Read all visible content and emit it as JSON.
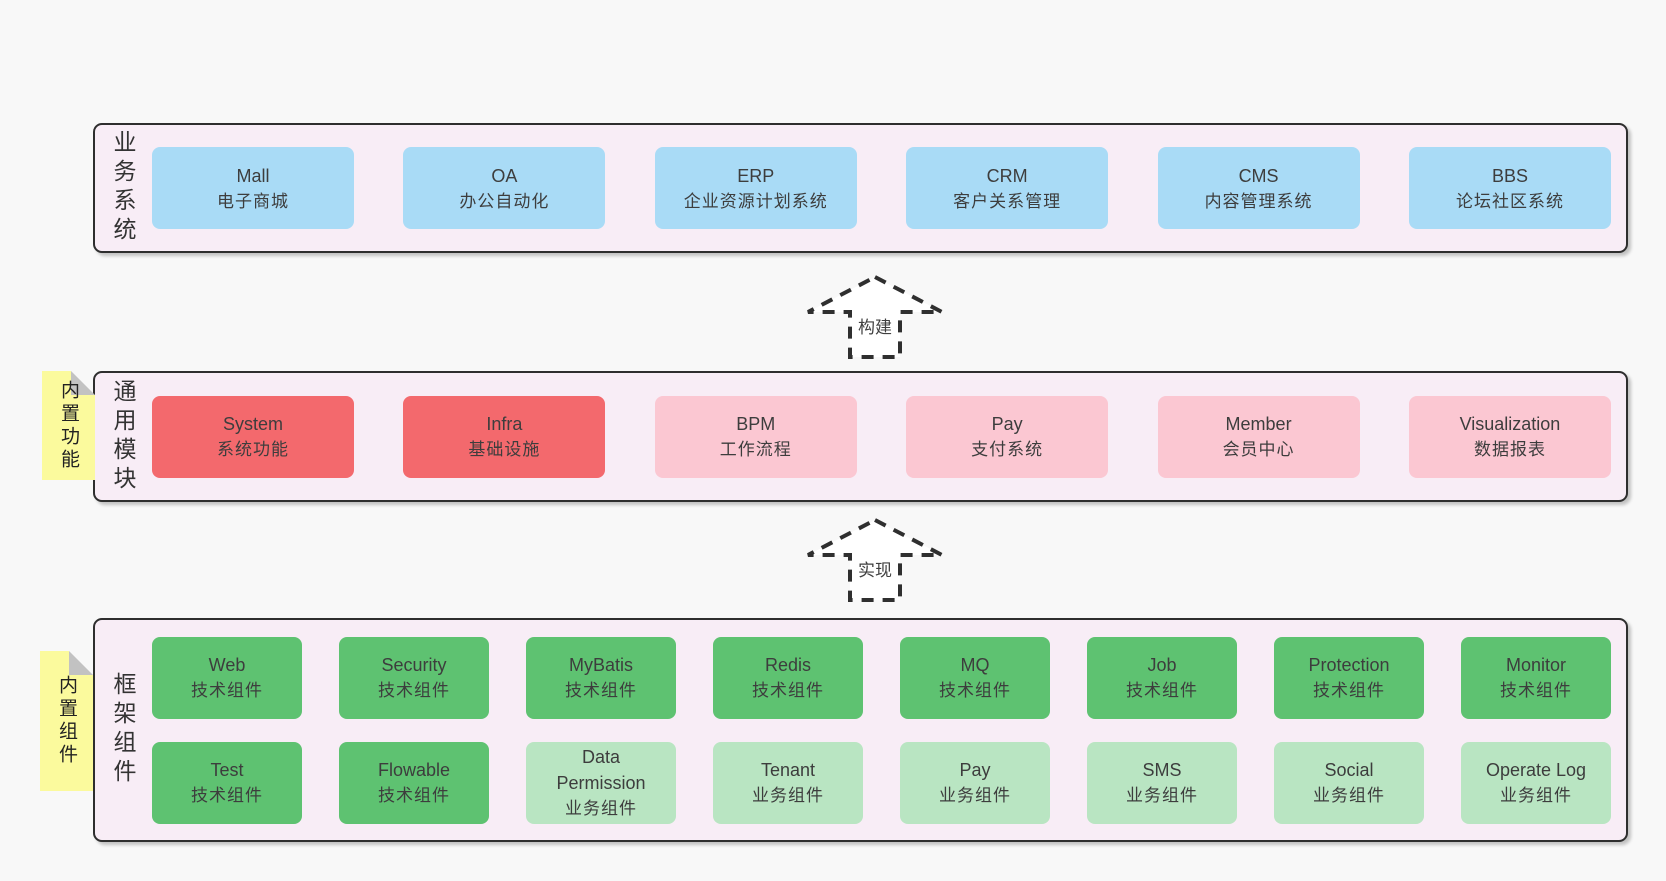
{
  "colors": {
    "page_bg": "#f8f8f8",
    "band_bg": "#f8edf6",
    "band_border": "#2e2e2e",
    "blue": "#a9dbf6",
    "red": "#f3696d",
    "pink": "#fbc7d2",
    "green": "#5ec271",
    "green_light": "#b9e5c2",
    "note_bg": "#fbfa9d",
    "note_fold": "#c2c2c2",
    "text": "#3d3d3d"
  },
  "arrows": [
    {
      "id": "build",
      "label": "构建"
    },
    {
      "id": "implement",
      "label": "实现"
    }
  ],
  "bands": [
    {
      "id": "business-systems",
      "label": "业务系统",
      "note": null,
      "rows": [
        [
          {
            "title": "Mall",
            "subtitle": "电子商城",
            "color": "blue"
          },
          {
            "title": "OA",
            "subtitle": "办公自动化",
            "color": "blue"
          },
          {
            "title": "ERP",
            "subtitle": "企业资源计划系统",
            "color": "blue"
          },
          {
            "title": "CRM",
            "subtitle": "客户关系管理",
            "color": "blue"
          },
          {
            "title": "CMS",
            "subtitle": "内容管理系统",
            "color": "blue"
          },
          {
            "title": "BBS",
            "subtitle": "论坛社区系统",
            "color": "blue"
          }
        ]
      ]
    },
    {
      "id": "common-modules",
      "label": "通用模块",
      "note": "内置功能",
      "rows": [
        [
          {
            "title": "System",
            "subtitle": "系统功能",
            "color": "red"
          },
          {
            "title": "Infra",
            "subtitle": "基础设施",
            "color": "red"
          },
          {
            "title": "BPM",
            "subtitle": "工作流程",
            "color": "pink"
          },
          {
            "title": "Pay",
            "subtitle": "支付系统",
            "color": "pink"
          },
          {
            "title": "Member",
            "subtitle": "会员中心",
            "color": "pink"
          },
          {
            "title": "Visualization",
            "subtitle": "数据报表",
            "color": "pink"
          }
        ]
      ]
    },
    {
      "id": "framework-components",
      "label": "框架组件",
      "note": "内置组件",
      "rows": [
        [
          {
            "title": "Web",
            "subtitle": "技术组件",
            "color": "green"
          },
          {
            "title": "Security",
            "subtitle": "技术组件",
            "color": "green"
          },
          {
            "title": "MyBatis",
            "subtitle": "技术组件",
            "color": "green"
          },
          {
            "title": "Redis",
            "subtitle": "技术组件",
            "color": "green"
          },
          {
            "title": "MQ",
            "subtitle": "技术组件",
            "color": "green"
          },
          {
            "title": "Job",
            "subtitle": "技术组件",
            "color": "green"
          },
          {
            "title": "Protection",
            "subtitle": "技术组件",
            "color": "green"
          },
          {
            "title": "Monitor",
            "subtitle": "技术组件",
            "color": "green"
          }
        ],
        [
          {
            "title": "Test",
            "subtitle": "技术组件",
            "color": "green"
          },
          {
            "title": "Flowable",
            "subtitle": "技术组件",
            "color": "green"
          },
          {
            "title": "Data Permission",
            "subtitle": "业务组件",
            "color": "green_light"
          },
          {
            "title": "Tenant",
            "subtitle": "业务组件",
            "color": "green_light"
          },
          {
            "title": "Pay",
            "subtitle": "业务组件",
            "color": "green_light"
          },
          {
            "title": "SMS",
            "subtitle": "业务组件",
            "color": "green_light"
          },
          {
            "title": "Social",
            "subtitle": "业务组件",
            "color": "green_light"
          },
          {
            "title": "Operate Log",
            "subtitle": "业务组件",
            "color": "green_light"
          }
        ]
      ]
    }
  ]
}
